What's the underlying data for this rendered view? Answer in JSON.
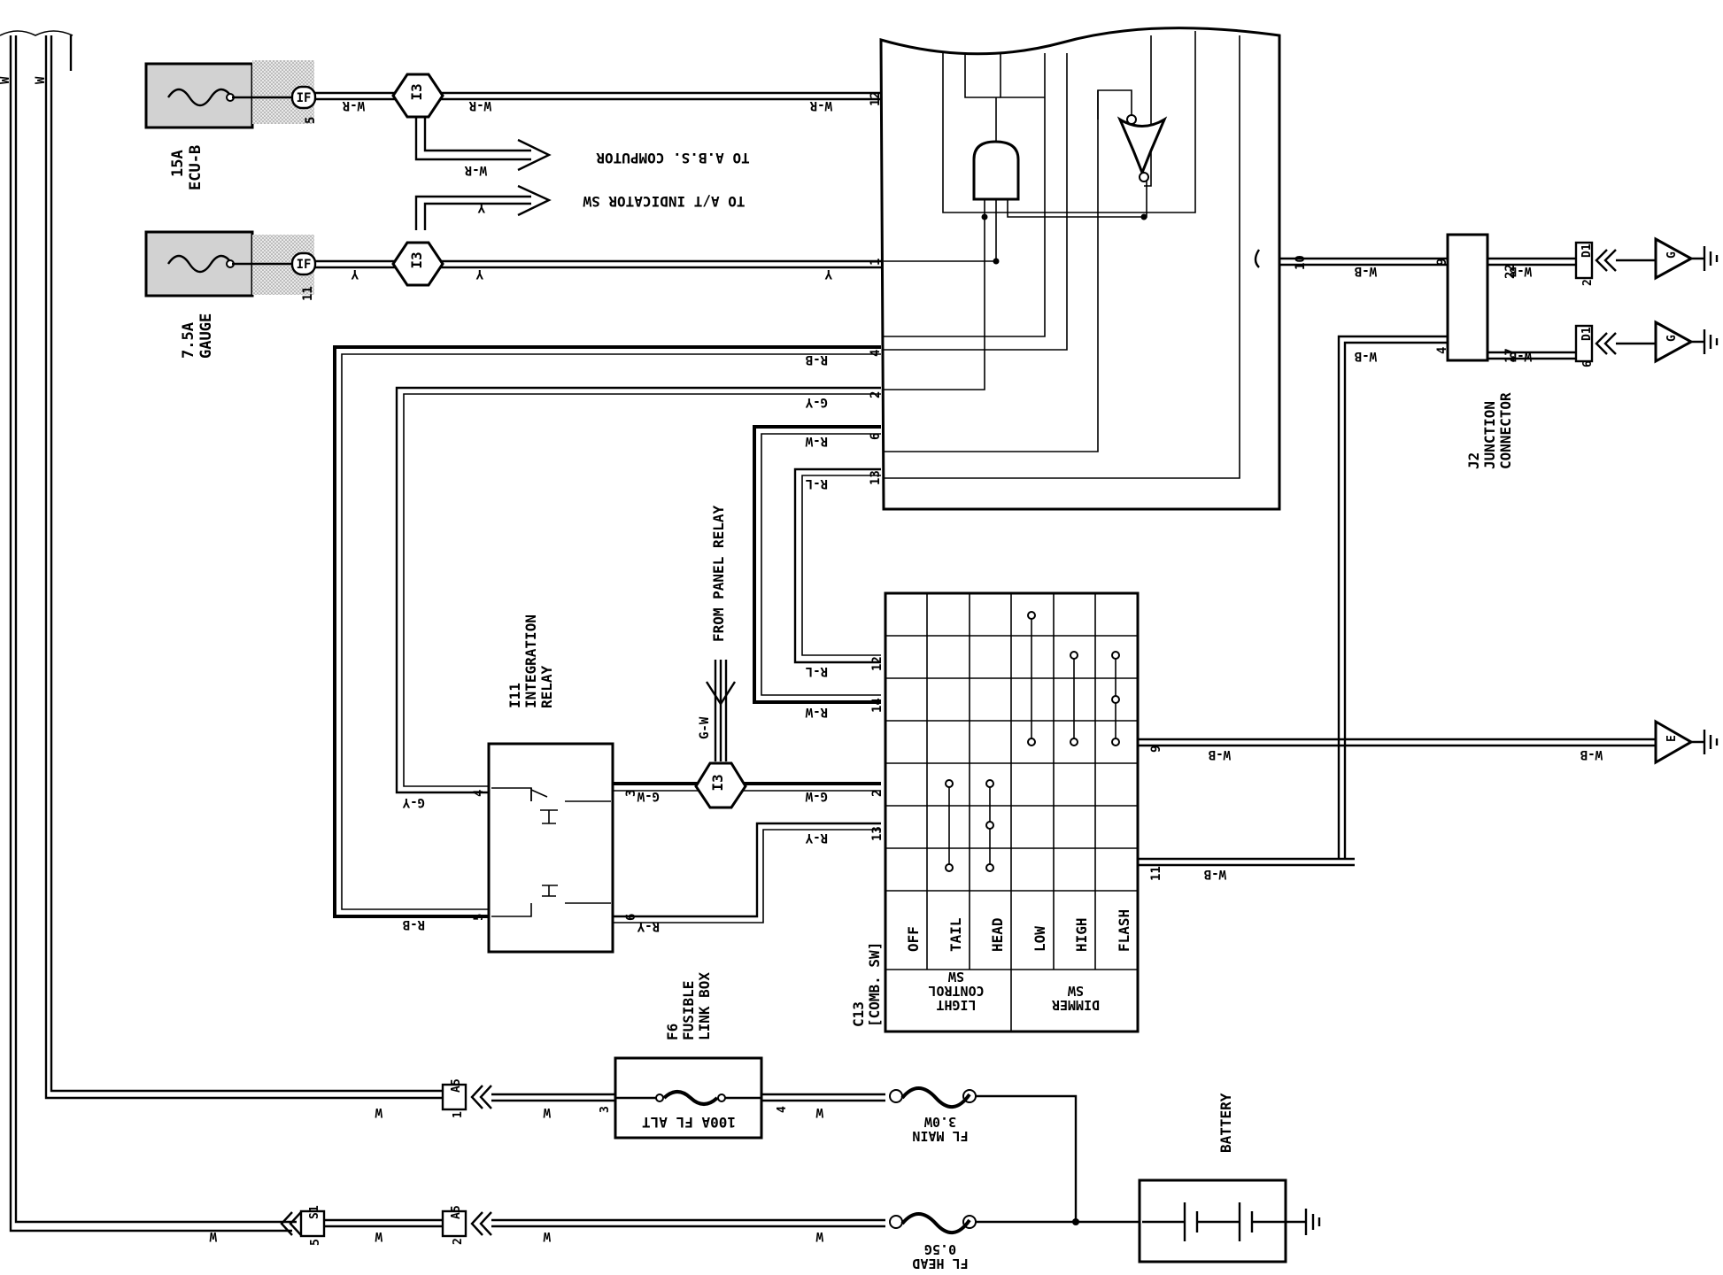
{
  "fuses": {
    "ecu_b": {
      "rating": "15A",
      "name": "ECU-B"
    },
    "gauge": {
      "rating": "7.5A",
      "name": "GAUGE"
    }
  },
  "junction_points": {
    "i3": "I3",
    "pin5": "5",
    "pin11": "11",
    "pin1": "1",
    "pin2": "2",
    "pin3": "3",
    "pin4": "4",
    "pin6": "6",
    "pin9": "9",
    "pin10": "10",
    "pin12": "12",
    "pin13": "13",
    "pin14": "14",
    "pin17": "17",
    "pin22": "22",
    "s1": "S1",
    "a5": "A5",
    "d1": "D1",
    "if": "IF",
    "e": "E",
    "g": "G"
  },
  "wire_colors": {
    "w": "W",
    "w_r": "W-R",
    "y": "Y",
    "r_b": "R-B",
    "g_y": "G-Y",
    "r_w": "R-W",
    "r_l": "R-L",
    "g_w": "G-W",
    "r_y": "R-Y",
    "w_b": "W-B"
  },
  "destinations": {
    "abs": "TO A.B.S. COMPUTOR",
    "at": "TO A/T INDICATOR SW",
    "panel": "FROM PANEL RELAY"
  },
  "relay": {
    "id": "I11",
    "line1": "INTEGRATION",
    "line2": "RELAY"
  },
  "fusible_box": {
    "id": "F6",
    "line1": "FUSIBLE",
    "line2": "LINK BOX",
    "alt": "100A FL ALT"
  },
  "fl_main": {
    "name": "FL MAIN",
    "spec": "3.0W"
  },
  "fl_head": {
    "name": "FL HEAD",
    "spec": "0.5G"
  },
  "battery": "BATTERY",
  "junction_connector": {
    "id": "J2",
    "line1": "JUNCTION",
    "line2": "CONNECTOR"
  },
  "comb_switch": {
    "id": "C13",
    "name": "[COMB. SW]",
    "positions": [
      "OFF",
      "TAIL",
      "HEAD",
      "LOW",
      "HIGH",
      "FLASH"
    ],
    "light_group": [
      "LIGHT",
      "CONTROL",
      "SW"
    ],
    "dimmer_group": [
      "DIMMER",
      "SW"
    ]
  }
}
